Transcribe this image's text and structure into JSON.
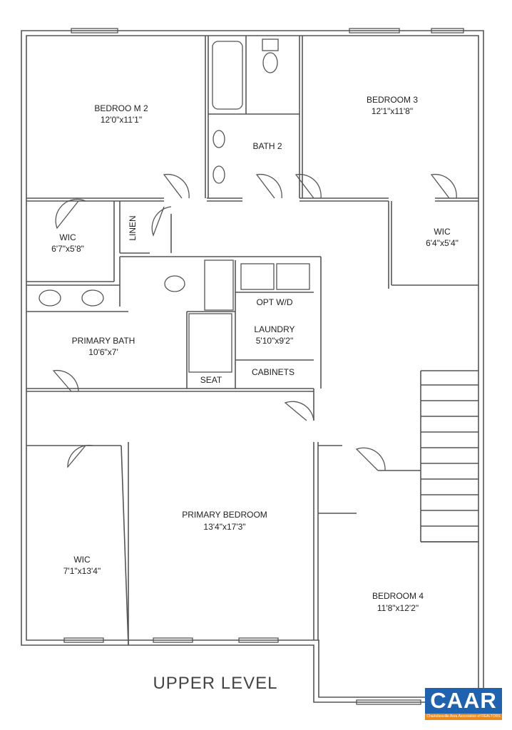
{
  "plan": {
    "title": "UPPER LEVEL",
    "rooms": [
      {
        "name": "BEDROO M 2",
        "size": "12'0\"x11'1\""
      },
      {
        "name": "BEDROOM 3",
        "size": "12'1\"x11'8\""
      },
      {
        "name": "BATH 2",
        "size": ""
      },
      {
        "name": "LINEN",
        "size": ""
      },
      {
        "name": "WIC",
        "size": "6'7\"x5'8\""
      },
      {
        "name": "WIC",
        "size": "6'4\"x5'4\""
      },
      {
        "name": "OPT W/D",
        "size": ""
      },
      {
        "name": "LAUNDRY",
        "size": "5'10\"x9'2\""
      },
      {
        "name": "CABINETS",
        "size": ""
      },
      {
        "name": "SEAT",
        "size": ""
      },
      {
        "name": "PRIMARY BATH",
        "size": "10'6\"x7'"
      },
      {
        "name": "PRIMARY BEDROOM",
        "size": "13'4\"x17'3\""
      },
      {
        "name": "WIC",
        "size": "7'1\"x13'4\""
      },
      {
        "name": "BEDROOM 4",
        "size": "11'8\"x12'2\""
      }
    ]
  },
  "logo": {
    "text": "CAAR",
    "tagline": "Charlottesville Area Association of REALTORS",
    "colors": {
      "primary": "#1f63b0",
      "accent": "#e98a1f"
    }
  }
}
